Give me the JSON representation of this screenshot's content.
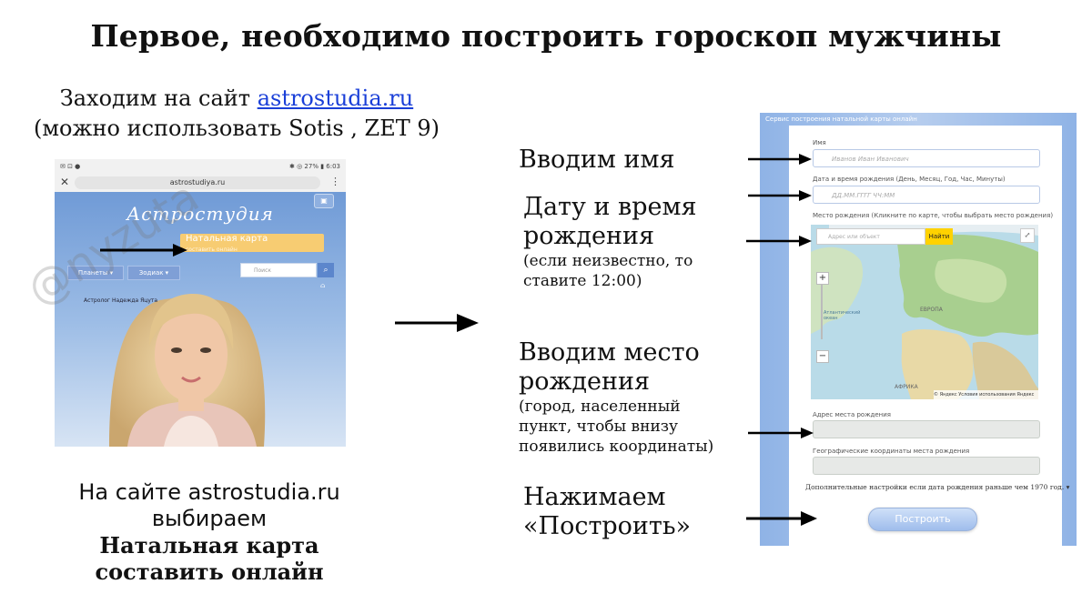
{
  "title": "Первое, необходимо построить гороскоп мужчины",
  "intro": {
    "line1_prefix": "Заходим на сайт ",
    "site_link": "astrostudia.ru",
    "line2": "(можно использовать  Sotis , ZET 9)"
  },
  "phone": {
    "status_left": "✉ ⊡ ●",
    "status_right": "✱ ◎ 27% ▮ 6:03",
    "url": "astrostudiya.ru",
    "logo": "Астростудия",
    "natal_button": "Натальная карта",
    "natal_sub": "составить онлайн",
    "planets_button": "Планеты ▾",
    "zodiac_button": "Зодиак ▾",
    "search_placeholder": "Поиск",
    "astrologer": "Астролог Надежда Яцута"
  },
  "watermark": "@nyzuta",
  "bottom_left": {
    "line1": "На сайте astrostudia.ru",
    "line2": "выбираем",
    "line3": "Натальная карта",
    "line4": "составить онлайн"
  },
  "steps": {
    "name": "Вводим имя",
    "date_title_1": "Дату и время",
    "date_title_2": "рождения",
    "date_note_1": "(если неизвестно, то",
    "date_note_2": "ставите 12:00)",
    "place_title_1": "Вводим место",
    "place_title_2": "рождения",
    "place_note_1": "(город, населенный",
    "place_note_2": "пункт, чтобы внизу",
    "place_note_3": "появились координаты)",
    "press_1": "Нажимаем",
    "press_2": "«Построить»"
  },
  "form": {
    "header": "Сервис построения натальной карты онлайн",
    "name_label": "Имя",
    "name_placeholder": "Иванов Иван Иванович",
    "datetime_label": "Дата и время рождения (День, Месяц, Год, Час, Минуты)",
    "datetime_placeholder": "ДД.ММ.ГГГГ ЧЧ:ММ",
    "place_label": "Место рождения (Кликните по карте, чтобы выбрать место рождения)",
    "map_search_placeholder": "Адрес или объект",
    "map_find_button": "Найти",
    "map_label_ocean": "Атлантический океан",
    "map_label_europe": "ЕВРОПА",
    "map_label_africa": "АФРИКА",
    "map_attribution": "© Яндекс  Условия использования   Яндекс",
    "address_label": "Адрес места рождения",
    "coords_label": "Географические координаты места рождения",
    "advanced": "Дополнительные настройки если дата рождения раньше чем 1970 год. ▾",
    "build_button": "Построить"
  }
}
